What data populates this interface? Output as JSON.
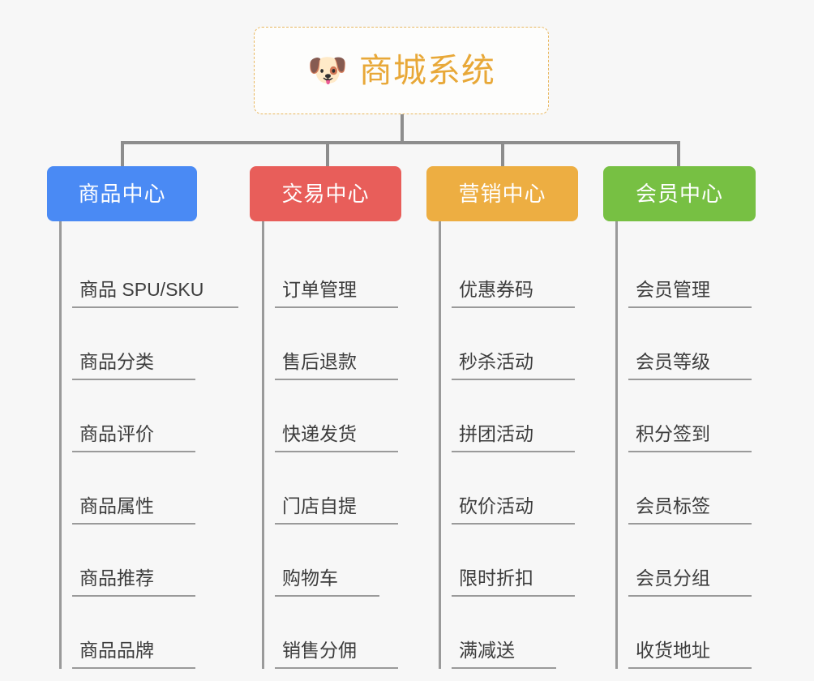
{
  "root": {
    "icon": "dog-face-emoji",
    "icon_glyph": "🐶",
    "title": "商城系统",
    "title_color": "#e8a838",
    "border_color": "#e9b860"
  },
  "canvas": {
    "background": "#f7f7f7",
    "connector_color": "#8d8d8d",
    "rule_color": "#9a9a9a"
  },
  "categories": [
    {
      "label": "商品中心",
      "color": "#4a8af4",
      "items": [
        {
          "label": "商品 SPU/SKU",
          "rule_width": 205
        },
        {
          "label": "商品分类",
          "rule_width": 152
        },
        {
          "label": "商品评价",
          "rule_width": 152
        },
        {
          "label": "商品属性",
          "rule_width": 152
        },
        {
          "label": "商品推荐",
          "rule_width": 152
        },
        {
          "label": "商品品牌",
          "rule_width": 152
        }
      ]
    },
    {
      "label": "交易中心",
      "color": "#e85e5a",
      "items": [
        {
          "label": "订单管理",
          "rule_width": 152
        },
        {
          "label": "售后退款",
          "rule_width": 152
        },
        {
          "label": "快递发货",
          "rule_width": 152
        },
        {
          "label": "门店自提",
          "rule_width": 152
        },
        {
          "label": "购物车",
          "rule_width": 129
        },
        {
          "label": "销售分佣",
          "rule_width": 152
        }
      ]
    },
    {
      "label": "营销中心",
      "color": "#edae42",
      "items": [
        {
          "label": "优惠券码",
          "rule_width": 152
        },
        {
          "label": "秒杀活动",
          "rule_width": 152
        },
        {
          "label": "拼团活动",
          "rule_width": 152
        },
        {
          "label": "砍价活动",
          "rule_width": 152
        },
        {
          "label": "限时折扣",
          "rule_width": 152
        },
        {
          "label": "满减送",
          "rule_width": 129
        }
      ]
    },
    {
      "label": "会员中心",
      "color": "#77c043",
      "items": [
        {
          "label": "会员管理",
          "rule_width": 152
        },
        {
          "label": "会员等级",
          "rule_width": 152
        },
        {
          "label": "积分签到",
          "rule_width": 152
        },
        {
          "label": "会员标签",
          "rule_width": 152
        },
        {
          "label": "会员分组",
          "rule_width": 152
        },
        {
          "label": "收货地址",
          "rule_width": 152
        }
      ]
    }
  ]
}
